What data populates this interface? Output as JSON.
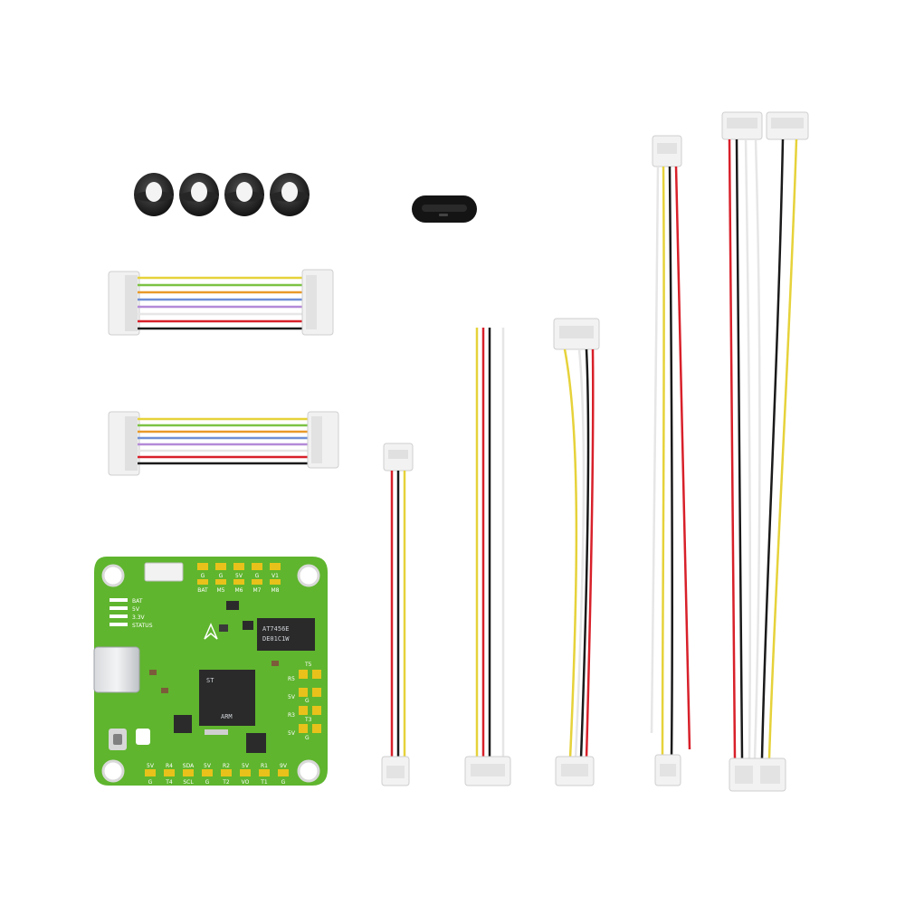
{
  "colors": {
    "pcb": "#5fb52e",
    "pad": "#e8c21a",
    "wire_red": "#d8202a",
    "wire_black": "#1a1a1a",
    "wire_yellow": "#e6d23a",
    "wire_white": "#e6e6e6",
    "wire_green": "#7cc243",
    "wire_orange": "#e89a2a",
    "wire_blue": "#6f8fd6",
    "wire_purple": "#b48ad8",
    "connector": "#f2f2f2"
  },
  "board": {
    "top_pads": [
      "G",
      "G",
      "5V",
      "G",
      "V1"
    ],
    "top_pads_row2": [
      "BAT",
      "M5",
      "M6",
      "M7",
      "M8"
    ],
    "leds": [
      "BAT",
      "5V",
      "3.3V",
      "STATUS"
    ],
    "bottom_pads_row1": [
      "5V",
      "R4",
      "SDA",
      "5V",
      "R2",
      "5V",
      "R1",
      "9V"
    ],
    "bottom_pads_row2": [
      "G",
      "T4",
      "SCL",
      "G",
      "T2",
      "VO",
      "T1",
      "G"
    ],
    "right_pads": [
      "R5",
      "T5",
      "5V",
      "G",
      "R3",
      "T3",
      "5V",
      "G"
    ],
    "mcu_label": "ARM",
    "chip2_text": [
      "AT7456E",
      "DE01C1W"
    ],
    "mcu_logo": "ST"
  },
  "icons": {
    "spacers": "rubber-grommet-icon",
    "usb_adapter": "usb-c-adapter-icon",
    "button": "boot-button-icon"
  }
}
